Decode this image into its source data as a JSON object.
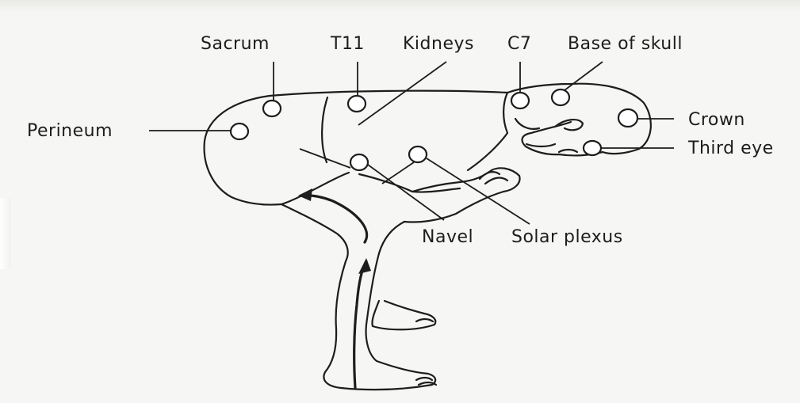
{
  "labels": {
    "sacrum": "Sacrum",
    "t11": "T11",
    "kidneys": "Kidneys",
    "c7": "C7",
    "base_of_skull": "Base of skull",
    "perineum": "Perineum",
    "crown": "Crown",
    "third_eye": "Third eye",
    "navel": "Navel",
    "solar_plexus": "Solar plexus"
  },
  "colors": {
    "ink": "#1d1d1d",
    "paper": "#f6f6f4"
  }
}
